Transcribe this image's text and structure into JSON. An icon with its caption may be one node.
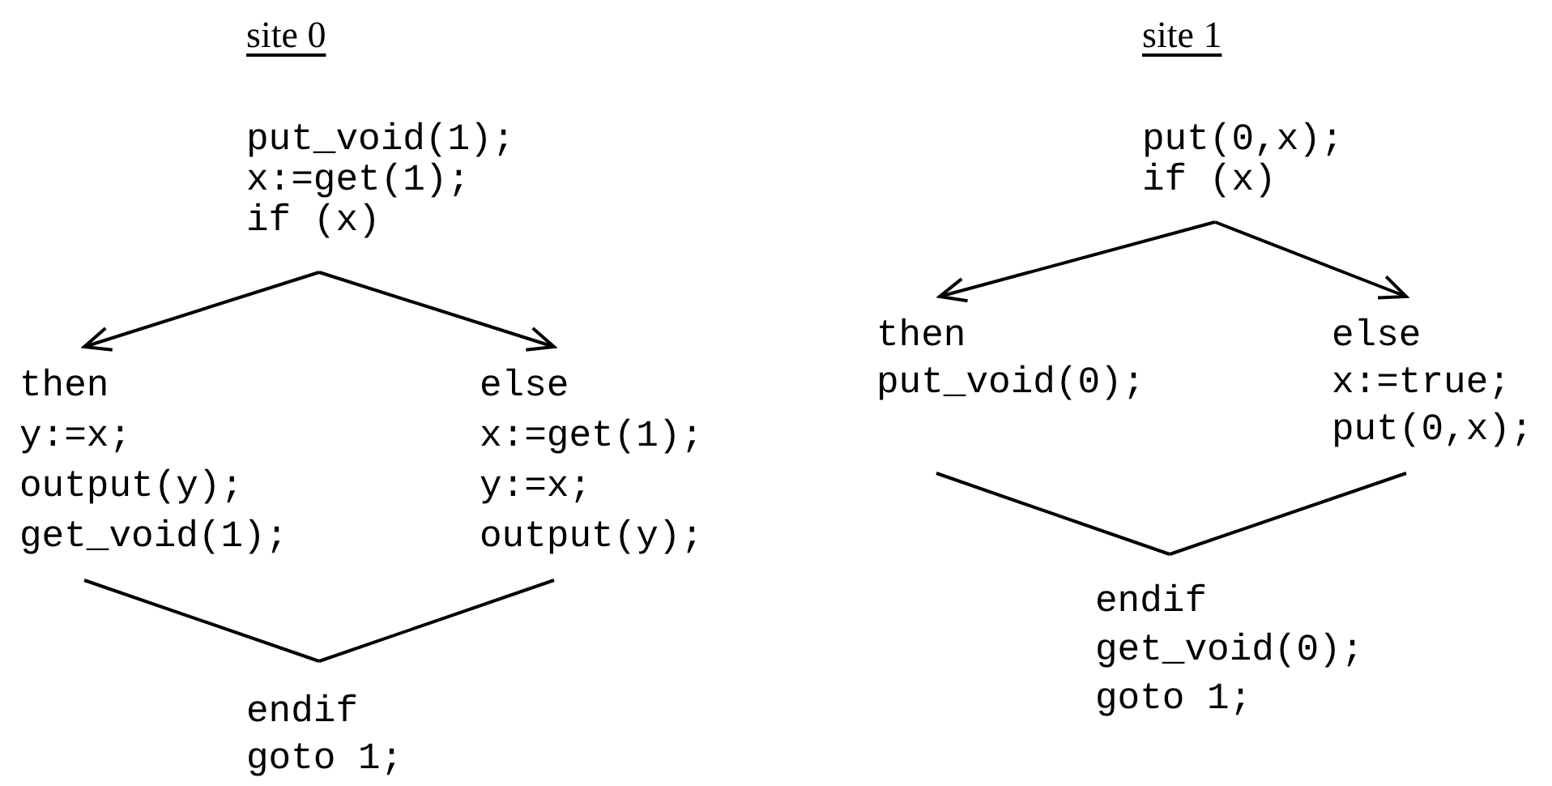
{
  "diagram": {
    "nodes": [
      {
        "text": [
          "put_void(1);",
          "x:=get(1);",
          "if (x)"
        ]
      },
      {
        "text": [
          "then",
          "y:=x;",
          "output(y);",
          "get_void(1);"
        ]
      },
      {
        "text": [
          "else",
          "x:=get(1);",
          "y:=x;",
          "output(y);"
        ]
      },
      {
        "text": [
          "endif",
          "goto 1;"
        ]
      },
      {
        "text": [
          "put(0,x);",
          "if (x)"
        ]
      },
      {
        "text": [
          "then",
          "put_void(0);"
        ]
      },
      {
        "text": [
          "else",
          "x:=true;",
          "put(0,x);"
        ]
      },
      {
        "text": [
          "endif",
          "get_void(0);",
          "goto 1;"
        ]
      }
    ],
    "edges": [
      {
        "from": 0,
        "to": 1,
        "arrow": "to"
      },
      {
        "from": 0,
        "to": 2,
        "arrow": "to"
      },
      {
        "from": 1,
        "to": 3,
        "arrow": "none"
      },
      {
        "from": 2,
        "to": 3,
        "arrow": "none"
      },
      {
        "from": 4,
        "to": 5,
        "arrow": "to"
      },
      {
        "from": 4,
        "to": 6,
        "arrow": "to"
      },
      {
        "from": 5,
        "to": 7,
        "arrow": "none"
      },
      {
        "from": 6,
        "to": 7,
        "arrow": "none"
      }
    ],
    "labels": [
      "site 0",
      "site 1"
    ]
  }
}
